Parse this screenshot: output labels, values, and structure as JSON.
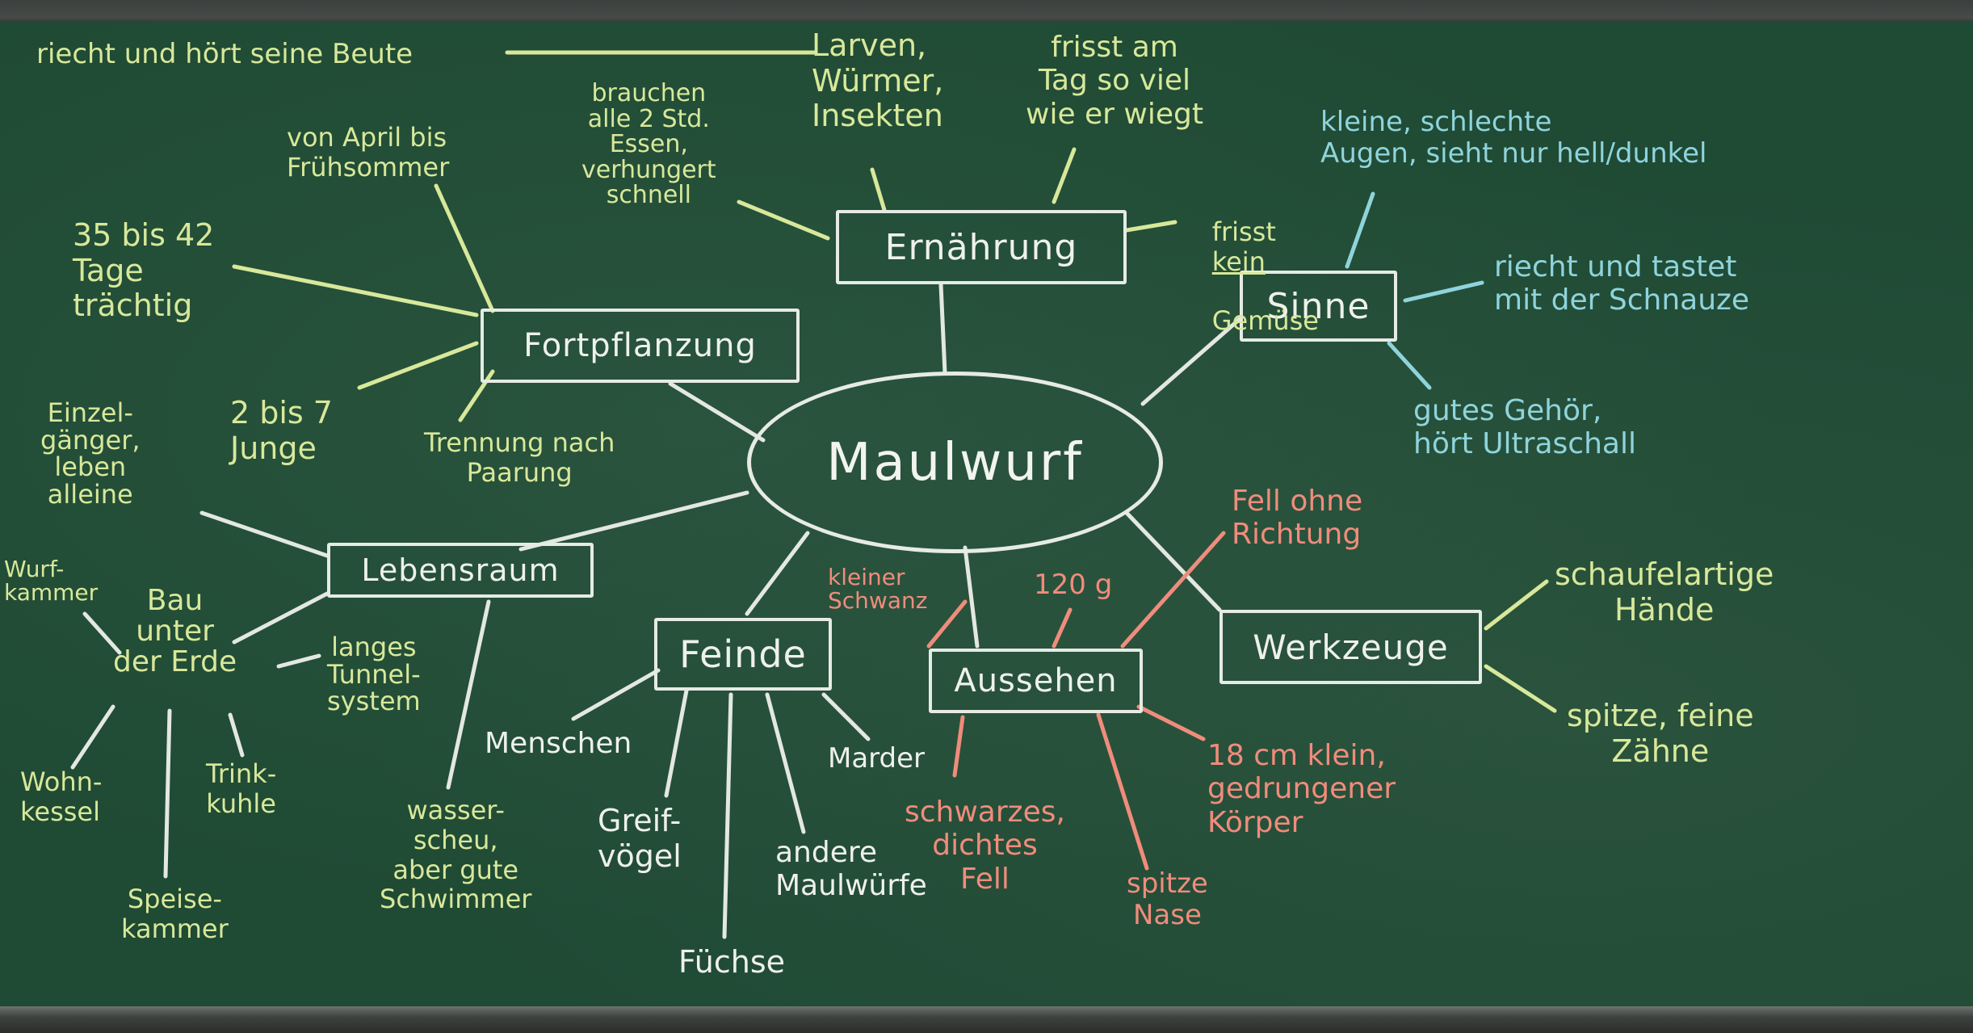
{
  "center": "Maulwurf",
  "categories": {
    "ernaehrung": "Ernährung",
    "sinne": "Sinne",
    "fortpflanzung": "Fortpflanzung",
    "lebensraum": "Lebensraum",
    "feinde": "Feinde",
    "aussehen": "Aussehen",
    "werkzeuge": "Werkzeuge"
  },
  "notes": {
    "top_left": "riecht und hört seine Beute",
    "larven": "Larven,\nWürmer,\nInsekten",
    "brauchen": "brauchen\nalle 2 Std.\nEssen,\nverhungert\nschnell",
    "frisst_tag": "frisst am\nTag so viel\nwie er wiegt",
    "frisst_kein_1": "frisst",
    "frisst_kein_2": "kein",
    "frisst_kein_3": "Gemüse",
    "sinne_augen": "kleine, schlechte\nAugen, sieht nur hell/dunkel",
    "sinne_riecht": "riecht und tastet\nmit der Schnauze",
    "sinne_gehoer": "gutes Gehör,\nhört Ultraschall",
    "fort_april": "von April bis\nFrühsommer",
    "fort_tage": "35 bis 42\nTage\nträchtig",
    "fort_junge": "2 bis 7\nJunge",
    "fort_trennung": "Trennung nach\nPaarung",
    "leb_einzel": "Einzel-\ngänger,\nleben\nalleine",
    "leb_wurf": "Wurf-\nkammer",
    "leb_bau": "Bau\nunter\nder Erde",
    "leb_tunnel": "langes\nTunnel-\nsystem",
    "leb_wohn": "Wohn-\nkessel",
    "leb_trink": "Trink-\nkuhle",
    "leb_speise": "Speise-\nkammer",
    "leb_wasser": "wasser-\nscheu,\naber gute\nSchwimmer",
    "feinde_menschen": "Menschen",
    "feinde_greif": "Greif-\nvögel",
    "feinde_fuechse": "Füchse",
    "feinde_andere": "andere\nMaulwürfe",
    "feinde_marder": "Marder",
    "aus_schwanz": "kleiner\nSchwanz",
    "aus_120": "120 g",
    "aus_fell_richtung": "Fell ohne\nRichtung",
    "aus_fell": "schwarzes,\ndichtes\nFell",
    "aus_nase": "spitze\nNase",
    "aus_18cm": "18 cm klein,\ngedrungener\nKörper",
    "werk_haende": "schaufelartige\nHände",
    "werk_zaehne": "spitze, feine\nZähne"
  },
  "colors": {
    "board": "#1f4a34",
    "chalk_white": "#e6ebe4",
    "chalk_yellow": "#d8e89a",
    "chalk_blue": "#8fd4dc",
    "chalk_red": "#f08c7c"
  }
}
